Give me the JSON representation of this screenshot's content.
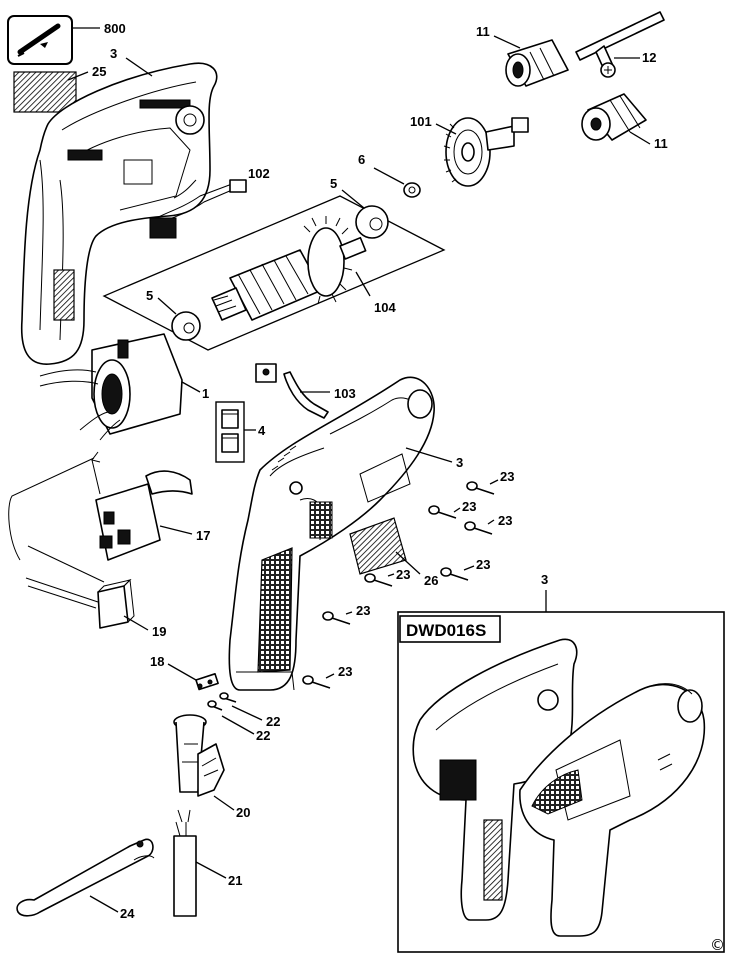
{
  "diagram": {
    "model_code": "DWD016S",
    "copyright_symbol": "©",
    "callouts": [
      "800",
      "25",
      "3",
      "102",
      "11",
      "12",
      "101",
      "11",
      "6",
      "5",
      "5",
      "104",
      "1",
      "103",
      "4",
      "3",
      "23",
      "23",
      "23",
      "23",
      "26",
      "23",
      "23",
      "17",
      "19",
      "18",
      "22",
      "22",
      "20",
      "21",
      "24",
      "23",
      "3"
    ]
  },
  "icons": {
    "kit_icon": "tool-kit-icon"
  }
}
